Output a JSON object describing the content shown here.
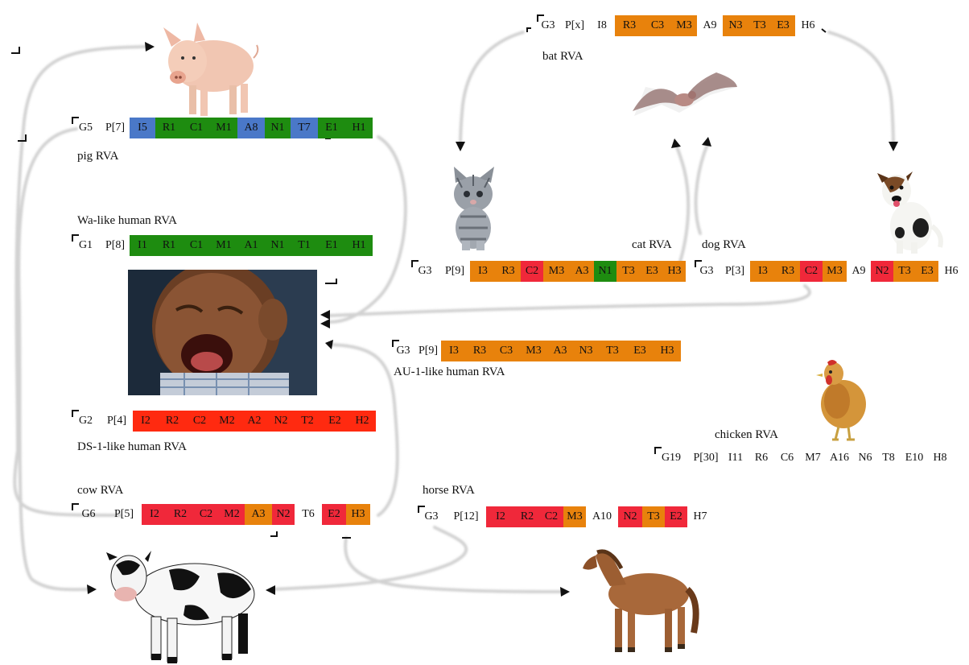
{
  "colors": {
    "green": "#1e8c10",
    "blue": "#4a78c8",
    "orange": "#e8820c",
    "red": "#f0283a",
    "red_ds1": "#ff2a10",
    "flow_gray": "#d4d4d4"
  },
  "labels": {
    "pig": "pig RVA",
    "wa": "Wa-like human RVA",
    "ds1": "DS-1-like human RVA",
    "cow": "cow RVA",
    "bat": "bat RVA",
    "cat": "cat RVA",
    "dog": "dog RVA",
    "au1": "AU-1-like human RVA",
    "chicken": "chicken RVA",
    "horse": "horse RVA"
  },
  "genotypes": {
    "pig": [
      {
        "t": "G5",
        "c": "none"
      },
      {
        "t": "P[7]",
        "c": "none"
      },
      {
        "t": "I5",
        "c": "blue"
      },
      {
        "t": "R1",
        "c": "green"
      },
      {
        "t": "C1",
        "c": "green"
      },
      {
        "t": "M1",
        "c": "green"
      },
      {
        "t": "A8",
        "c": "blue"
      },
      {
        "t": "N1",
        "c": "green"
      },
      {
        "t": "T7",
        "c": "blue"
      },
      {
        "t": "E1",
        "c": "green"
      },
      {
        "t": "H1",
        "c": "green"
      }
    ],
    "wa": [
      {
        "t": "G1",
        "c": "none"
      },
      {
        "t": "P[8]",
        "c": "none"
      },
      {
        "t": "I1",
        "c": "green"
      },
      {
        "t": "R1",
        "c": "green"
      },
      {
        "t": "C1",
        "c": "green"
      },
      {
        "t": "M1",
        "c": "green"
      },
      {
        "t": "A1",
        "c": "green"
      },
      {
        "t": "N1",
        "c": "green"
      },
      {
        "t": "T1",
        "c": "green"
      },
      {
        "t": "E1",
        "c": "green"
      },
      {
        "t": "H1",
        "c": "green"
      }
    ],
    "ds1": [
      {
        "t": "G2",
        "c": "none"
      },
      {
        "t": "P[4]",
        "c": "none"
      },
      {
        "t": "I2",
        "c": "red_ds1"
      },
      {
        "t": "R2",
        "c": "red_ds1"
      },
      {
        "t": "C2",
        "c": "red_ds1"
      },
      {
        "t": "M2",
        "c": "red_ds1"
      },
      {
        "t": "A2",
        "c": "red_ds1"
      },
      {
        "t": "N2",
        "c": "red_ds1"
      },
      {
        "t": "T2",
        "c": "red_ds1"
      },
      {
        "t": "E2",
        "c": "red_ds1"
      },
      {
        "t": "H2",
        "c": "red_ds1"
      }
    ],
    "cow": [
      {
        "t": "G6",
        "c": "none"
      },
      {
        "t": "P[5]",
        "c": "none"
      },
      {
        "t": "I2",
        "c": "red"
      },
      {
        "t": "R2",
        "c": "red"
      },
      {
        "t": "C2",
        "c": "red"
      },
      {
        "t": "M2",
        "c": "red"
      },
      {
        "t": "A3",
        "c": "orange"
      },
      {
        "t": "N2",
        "c": "red"
      },
      {
        "t": "T6",
        "c": "none"
      },
      {
        "t": "E2",
        "c": "red"
      },
      {
        "t": "H3",
        "c": "orange"
      }
    ],
    "bat": [
      {
        "t": "G3",
        "c": "none"
      },
      {
        "t": "P[x]",
        "c": "none"
      },
      {
        "t": "I8",
        "c": "none"
      },
      {
        "t": "R3",
        "c": "orange"
      },
      {
        "t": "C3",
        "c": "orange"
      },
      {
        "t": "M3",
        "c": "orange"
      },
      {
        "t": "A9",
        "c": "none"
      },
      {
        "t": "N3",
        "c": "orange"
      },
      {
        "t": "T3",
        "c": "orange"
      },
      {
        "t": "E3",
        "c": "orange"
      },
      {
        "t": "H6",
        "c": "none"
      }
    ],
    "cat": [
      {
        "t": "G3",
        "c": "none"
      },
      {
        "t": "P[9]",
        "c": "none"
      },
      {
        "t": "I3",
        "c": "orange"
      },
      {
        "t": "R3",
        "c": "orange"
      },
      {
        "t": "C2",
        "c": "red"
      },
      {
        "t": "M3",
        "c": "orange"
      },
      {
        "t": "A3",
        "c": "orange"
      },
      {
        "t": "N1",
        "c": "green"
      },
      {
        "t": "T3",
        "c": "orange"
      },
      {
        "t": "E3",
        "c": "orange"
      },
      {
        "t": "H3",
        "c": "orange"
      }
    ],
    "dog": [
      {
        "t": "G3",
        "c": "none"
      },
      {
        "t": "P[3]",
        "c": "none"
      },
      {
        "t": "I3",
        "c": "orange"
      },
      {
        "t": "R3",
        "c": "orange"
      },
      {
        "t": "C2",
        "c": "red"
      },
      {
        "t": "M3",
        "c": "orange"
      },
      {
        "t": "A9",
        "c": "none"
      },
      {
        "t": "N2",
        "c": "red"
      },
      {
        "t": "T3",
        "c": "orange"
      },
      {
        "t": "E3",
        "c": "orange"
      },
      {
        "t": "H6",
        "c": "none"
      }
    ],
    "au1": [
      {
        "t": "G3",
        "c": "none"
      },
      {
        "t": "P[9]",
        "c": "none"
      },
      {
        "t": "I3",
        "c": "orange"
      },
      {
        "t": "R3",
        "c": "orange"
      },
      {
        "t": "C3",
        "c": "orange"
      },
      {
        "t": "M3",
        "c": "orange"
      },
      {
        "t": "A3",
        "c": "orange"
      },
      {
        "t": "N3",
        "c": "orange"
      },
      {
        "t": "T3",
        "c": "orange"
      },
      {
        "t": "E3",
        "c": "orange"
      },
      {
        "t": "H3",
        "c": "orange"
      }
    ],
    "chicken": [
      {
        "t": "G19",
        "c": "none"
      },
      {
        "t": "P[30]",
        "c": "none"
      },
      {
        "t": "I11",
        "c": "none"
      },
      {
        "t": "R6",
        "c": "none"
      },
      {
        "t": "C6",
        "c": "none"
      },
      {
        "t": "M7",
        "c": "none"
      },
      {
        "t": "A16",
        "c": "none"
      },
      {
        "t": "N6",
        "c": "none"
      },
      {
        "t": "T8",
        "c": "none"
      },
      {
        "t": "E10",
        "c": "none"
      },
      {
        "t": "H8",
        "c": "none"
      }
    ],
    "horse": [
      {
        "t": "G3",
        "c": "none"
      },
      {
        "t": "P[12]",
        "c": "none"
      },
      {
        "t": "I2",
        "c": "red"
      },
      {
        "t": "R2",
        "c": "red"
      },
      {
        "t": "C2",
        "c": "red"
      },
      {
        "t": "M3",
        "c": "orange"
      },
      {
        "t": "A10",
        "c": "none"
      },
      {
        "t": "N2",
        "c": "red"
      },
      {
        "t": "T3",
        "c": "orange"
      },
      {
        "t": "E2",
        "c": "red"
      },
      {
        "t": "H7",
        "c": "none"
      }
    ]
  },
  "images": [
    "pig",
    "crying-baby",
    "cow",
    "bat",
    "cat",
    "dog",
    "chicken",
    "horse"
  ]
}
